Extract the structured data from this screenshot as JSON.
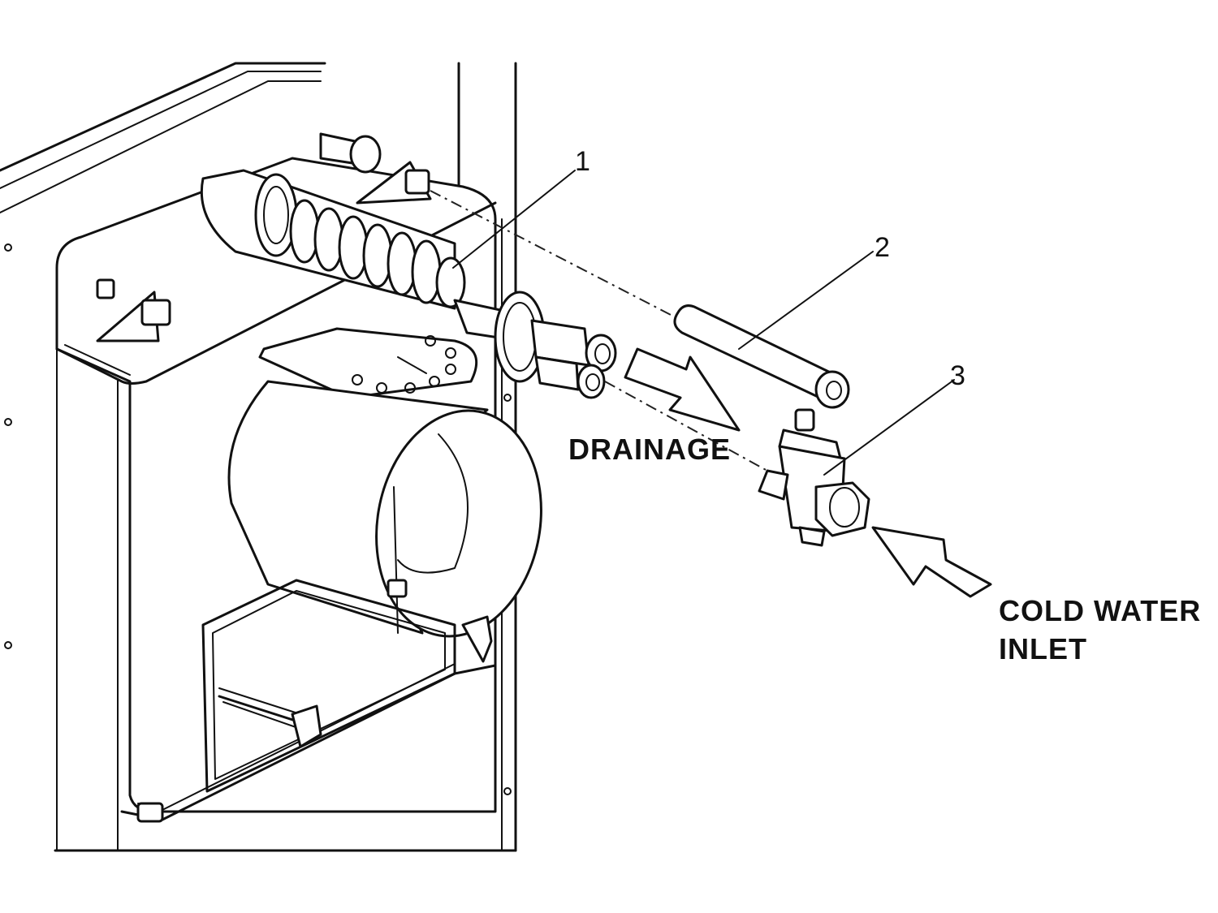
{
  "callouts": [
    {
      "id": "1",
      "label": "1"
    },
    {
      "id": "2",
      "label": "2"
    },
    {
      "id": "3",
      "label": "3"
    }
  ],
  "labels": {
    "drainage": "DRAINAGE",
    "cold_water_line1": "COLD WATER",
    "cold_water_line2": "INLET"
  }
}
